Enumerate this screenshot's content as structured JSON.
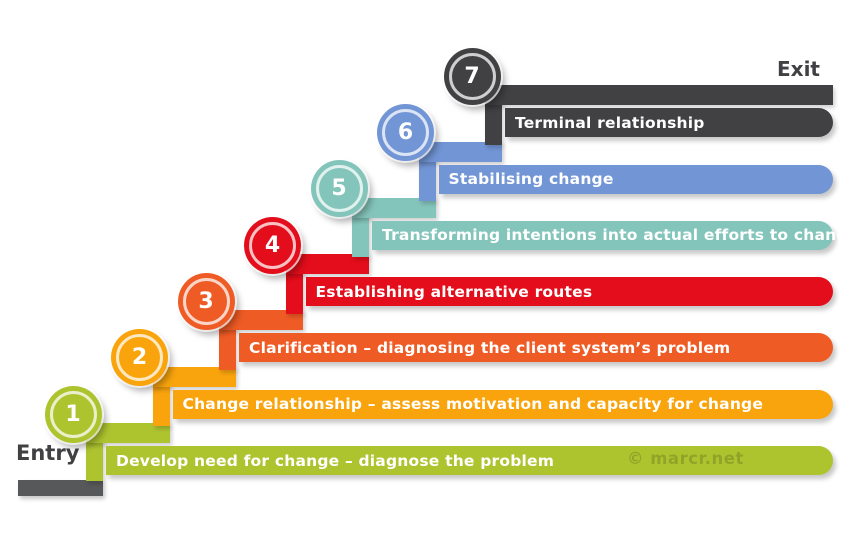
{
  "entry": {
    "label": "Entry"
  },
  "exit": {
    "label": "Exit"
  },
  "watermark": "© marcr.net",
  "steps": [
    {
      "number": "1",
      "label": "Develop need for change – diagnose the problem",
      "color": "#AEC42F"
    },
    {
      "number": "2",
      "label": "Change relationship – assess motivation and capacity for change",
      "color": "#F9A40D"
    },
    {
      "number": "3",
      "label": "Clarification – diagnosing the client system’s problem",
      "color": "#EF5B25"
    },
    {
      "number": "4",
      "label": "Establishing alternative routes",
      "color": "#E40D1B"
    },
    {
      "number": "5",
      "label": "Transforming intentions into actual efforts to change",
      "color": "#84C5BB"
    },
    {
      "number": "6",
      "label": "Stabilising change",
      "color": "#7295D5"
    },
    {
      "number": "7",
      "label": "Terminal relationship",
      "color": "#414043"
    }
  ],
  "colors": {
    "entry_platform": "#57585A",
    "endpoint_text": "#414043",
    "background": "#FFFFFF"
  }
}
